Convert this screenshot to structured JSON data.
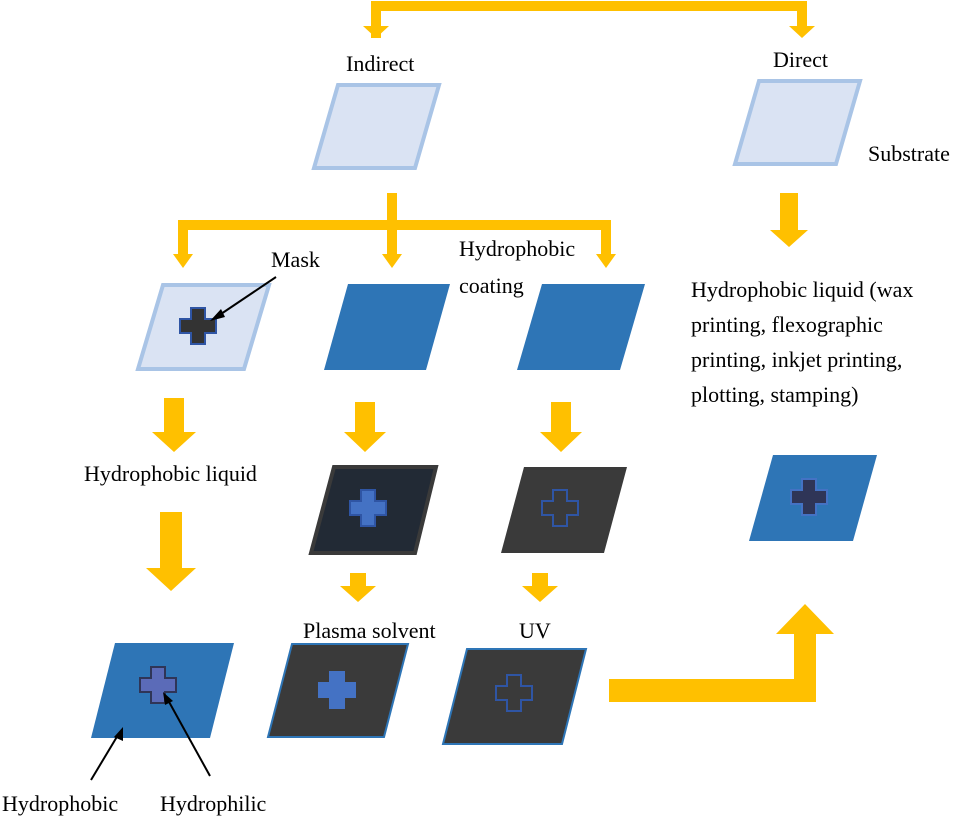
{
  "labels": {
    "indirect": "Indirect",
    "direct": "Direct",
    "substrate": "Substrate",
    "mask": "Mask",
    "hydrophobic_coating_1": "Hydrophobic",
    "hydrophobic_coating_2": "coating",
    "hydrophobic_liquid": "Hydrophobic liquid",
    "direct_methods": [
      "Hydrophobic liquid (wax",
      "printing, flexographic",
      "printing, inkjet printing,",
      "plotting, stamping)"
    ],
    "plasma_solvent": "Plasma solvent",
    "uv": "UV",
    "hydrophobic": "Hydrophobic",
    "hydrophilic": "Hydrophilic"
  },
  "colors": {
    "arrow": "#FFC000",
    "substrate_fill": "#DAE3F3",
    "substrate_stroke": "#A9C4E6",
    "coated_blue": "#2E75B6",
    "dark_panel": "#3A3A3A",
    "dark_panel_navy": "#222A35",
    "cross_dark": "#333333",
    "cross_blue": "#4472C4",
    "cross_outline": "#2F55A4",
    "cross_purple": "#5B6BB8",
    "cross_navy": "#2F3557"
  }
}
